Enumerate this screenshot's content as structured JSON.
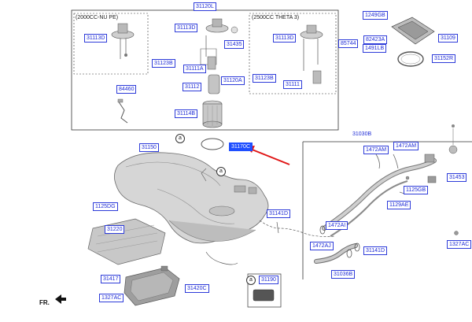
{
  "variants": {
    "nu_pe": "(2000CC-NU PE)",
    "theta": "(2500CC THETA 3)"
  },
  "callouts": {
    "a1": "a",
    "a2": "a",
    "a3": "a"
  },
  "orientation_label": "FR.",
  "labels": {
    "l31120L": "31120L",
    "l31113D_left": "31113D",
    "l31113D_mid": "31113D",
    "l31435": "31435",
    "l31123B_mid": "31123B",
    "l31111A": "31111A",
    "l31112": "31112",
    "l31120A": "31120A",
    "l31114B": "31114B",
    "l31113D_right": "31113D",
    "l31123B_right": "31123B",
    "l31111": "31111",
    "l1249GB": "1249GB",
    "l82423A": "82423A",
    "l85744": "85744",
    "l1491LB": "1491LB",
    "l31109": "31109",
    "l31152R": "31152R",
    "l84460": "84460",
    "l31150": "31150",
    "l31170_highlight": "31170C",
    "l31030B": "31030B",
    "l1472AM_a": "1472AM",
    "l1472AM_b": "1472AM",
    "l31453": "31453",
    "l1125GB": "1125GB",
    "l1129AE": "1129AE",
    "l1125DG": "1125DG",
    "l31141D_top": "31141D",
    "l31220": "31220",
    "l1472AI": "1472AI",
    "l1472AJ": "1472AJ",
    "l31141D_bottom": "31141D",
    "l1327AC_right": "1327AC",
    "l31036B": "31036B",
    "l31417": "31417",
    "l31420C": "31420C",
    "l1327AC_left": "1327AC",
    "l31190": "31190"
  },
  "colors": {
    "label_text": "#1e2bd6",
    "label_border": "#2d3bd9",
    "highlight_fill": "#1f4fff",
    "arrow": "#e01515",
    "tank_light": "#d6d6d6",
    "tank_dark": "#8c8c8c"
  }
}
